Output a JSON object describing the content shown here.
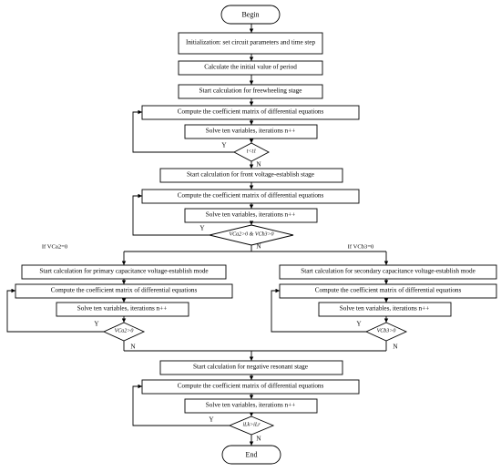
{
  "flowchart": {
    "begin": "Begin",
    "init": "Initialization: set circuit parameters and time step",
    "calc_period": "Calculate the initial value of period",
    "freewheel": {
      "start": "Start calculation for freewheeling stage",
      "coeff": "Compute the coefficient matrix of differential equations",
      "solve": "Solve ten variables, iterations n++",
      "decision": "t<t1",
      "yes": "Y",
      "no": "N"
    },
    "front": {
      "start": "Start calculation for front voltage-establish stage",
      "coeff": "Compute the coefficient matrix of differential equations",
      "solve": "Solve ten variables, iterations n++",
      "decision": "VCa2>0 & VCb3>0",
      "yes": "Y",
      "no": "N"
    },
    "primary": {
      "branch_label": "If VCa2=0",
      "start": "Start calculation for primary capacitance voltage-establish mode",
      "coeff": "Compute the coefficient matrix of differential equations",
      "solve": "Solve ten variables, iterations n++",
      "decision": "VCa2>0",
      "yes": "Y",
      "no": "N"
    },
    "secondary": {
      "branch_label": "If VCb3=0",
      "start": "Start calculation for secondary capacitance voltage-establish mode",
      "coeff": "Compute the coefficient matrix of differential equations",
      "solve": "Solve ten variables, iterations n++",
      "decision": "VCb3>0",
      "yes": "Y",
      "no": "N"
    },
    "negative": {
      "start": "Start calculation for negative resonant stage",
      "coeff": "Compute the coefficient matrix of differential equations",
      "solve": "Solve ten variables, iterations n++",
      "decision": "iLk>iLr",
      "yes": "Y",
      "no": "N"
    },
    "end": "End"
  },
  "colors": {
    "stroke": "#000000",
    "fill": "#ffffff",
    "text": "#000000"
  }
}
